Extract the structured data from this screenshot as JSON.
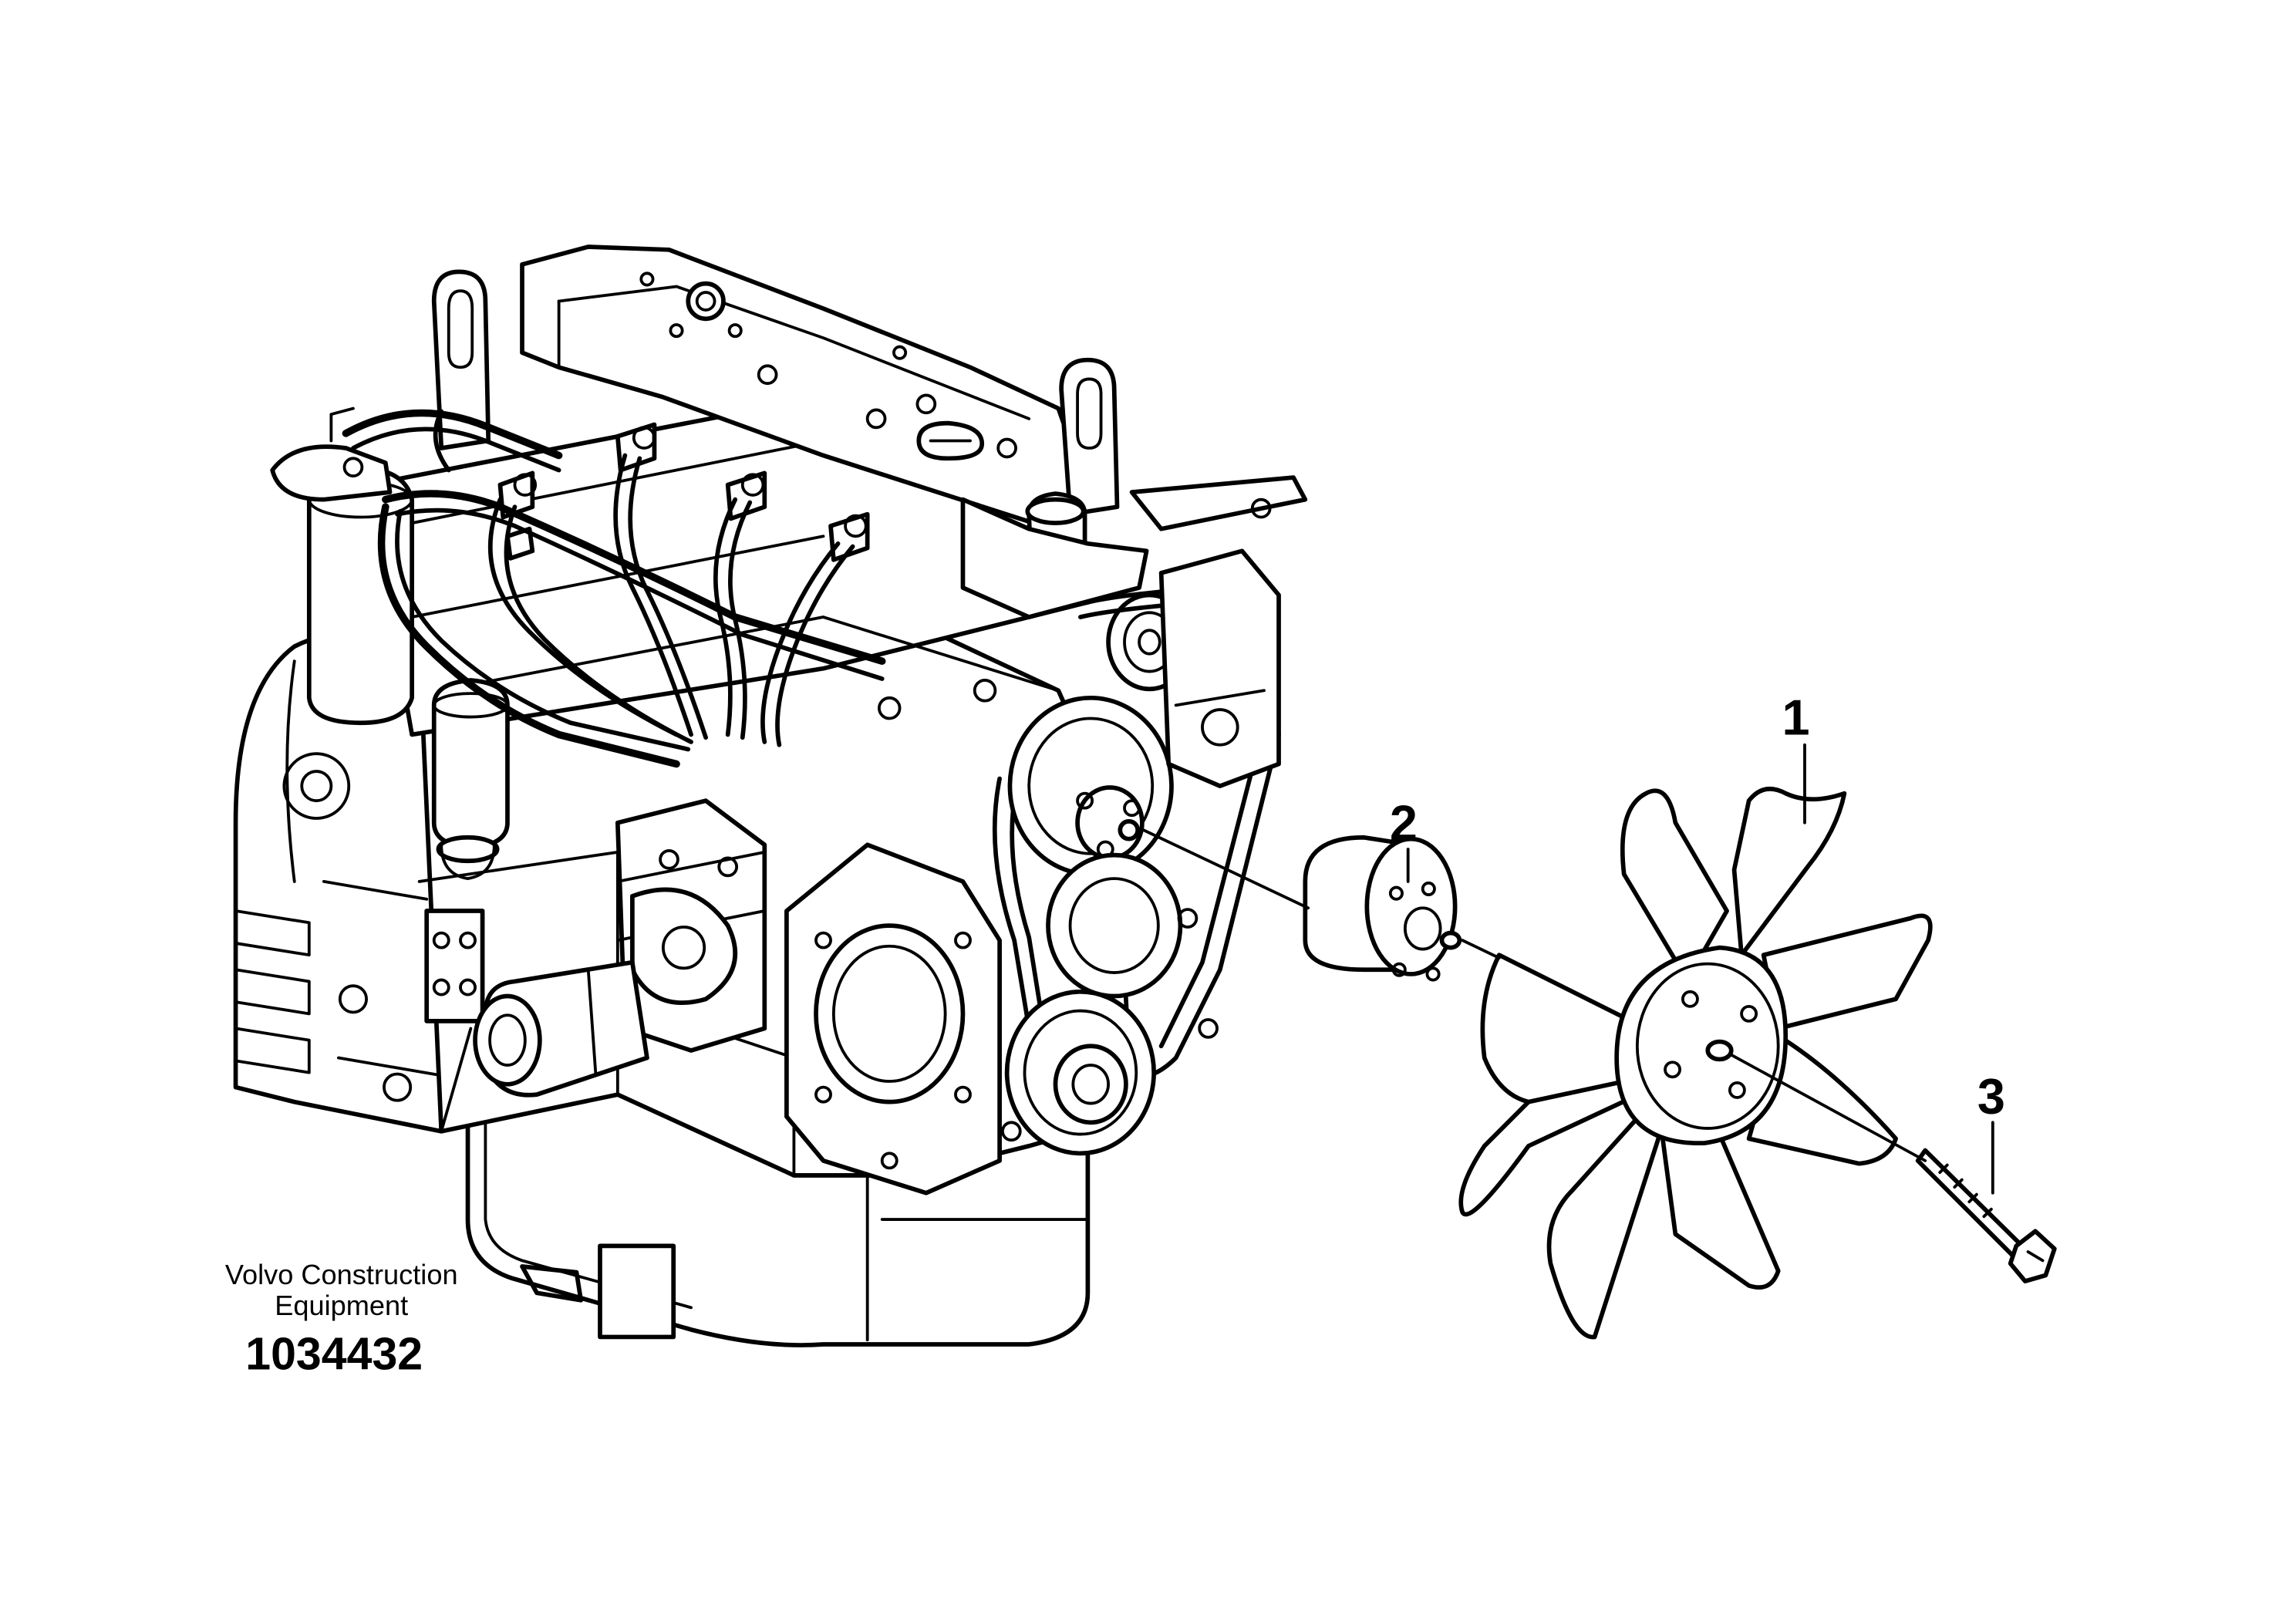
{
  "callouts": [
    {
      "id": "1"
    },
    {
      "id": "2"
    },
    {
      "id": "3"
    }
  ],
  "footer": {
    "manufacturer_line1": "Volvo Construction",
    "manufacturer_line2": "Equipment",
    "document_number": "1034432"
  }
}
